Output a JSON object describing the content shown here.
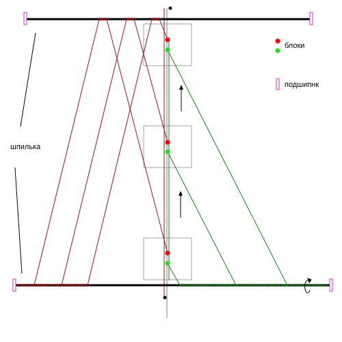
{
  "labels": {
    "rod": "шпилька",
    "blocks": "блоки",
    "bearing": "подшипнк"
  },
  "colors": {
    "background": "#ffffff",
    "rod": "#000000",
    "red_rope": "#8b1a1a",
    "green_rope": "#1f7a1f",
    "red_block": "#ff0000",
    "green_block": "#22dd22",
    "bearing": "#cc33cc",
    "block_frame": "#a0a0a0"
  },
  "icons": {
    "arrows": "up-arrow-icon",
    "rotation": "rotation-arrow-icon"
  }
}
